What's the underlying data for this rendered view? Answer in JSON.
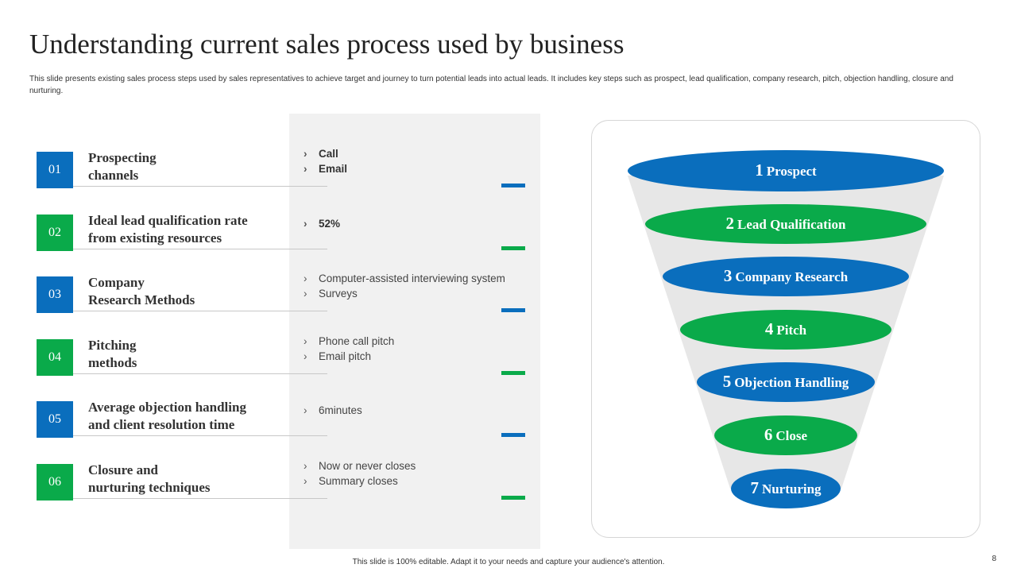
{
  "title": "Understanding current sales process used by business",
  "subtitle": "This slide presents existing sales process steps used by sales representatives to achieve target and journey to turn potential leads into actual leads. It includes key steps such as prospect, lead qualification, company research, pitch, objection handling, closure and nurturing.",
  "colors": {
    "blue": "#0a6ebd",
    "green": "#0aaa4a",
    "panel": "#f1f1f1"
  },
  "rows": [
    {
      "num": "01",
      "title": "Prospecting\nchannels",
      "bullets": [
        "Call",
        "Email"
      ],
      "bold": true,
      "color": "#0a6ebd"
    },
    {
      "num": "02",
      "title": "Ideal lead qualification rate\nfrom existing resources",
      "bullets": [
        "52%"
      ],
      "bold": true,
      "color": "#0aaa4a"
    },
    {
      "num": "03",
      "title": "Company\nResearch Methods",
      "bullets": [
        "Computer-assisted interviewing system",
        "Surveys"
      ],
      "bold": false,
      "color": "#0a6ebd"
    },
    {
      "num": "04",
      "title": "Pitching\nmethods",
      "bullets": [
        "Phone call pitch",
        "Email pitch"
      ],
      "bold": false,
      "color": "#0aaa4a"
    },
    {
      "num": "05",
      "title": "Average objection handling\nand client resolution time",
      "bullets": [
        "6minutes"
      ],
      "bold": false,
      "color": "#0a6ebd"
    },
    {
      "num": "06",
      "title": "Closure and\nnurturing techniques",
      "bullets": [
        "Now or never closes",
        "Summary closes"
      ],
      "bold": false,
      "color": "#0aaa4a"
    }
  ],
  "funnel": [
    {
      "num": "1",
      "label": "Prospect",
      "color": "#0a6ebd"
    },
    {
      "num": "2",
      "label": "Lead Qualification",
      "color": "#0aaa4a"
    },
    {
      "num": "3",
      "label": "Company Research",
      "color": "#0a6ebd"
    },
    {
      "num": "4",
      "label": "Pitch",
      "color": "#0aaa4a"
    },
    {
      "num": "5",
      "label": "Objection Handling",
      "color": "#0a6ebd"
    },
    {
      "num": "6",
      "label": "Close",
      "color": "#0aaa4a"
    },
    {
      "num": "7",
      "label": "Nurturing",
      "color": "#0a6ebd"
    }
  ],
  "footer": "This slide is 100% editable. Adapt it to your needs and capture your audience's attention.",
  "page_number": "8"
}
